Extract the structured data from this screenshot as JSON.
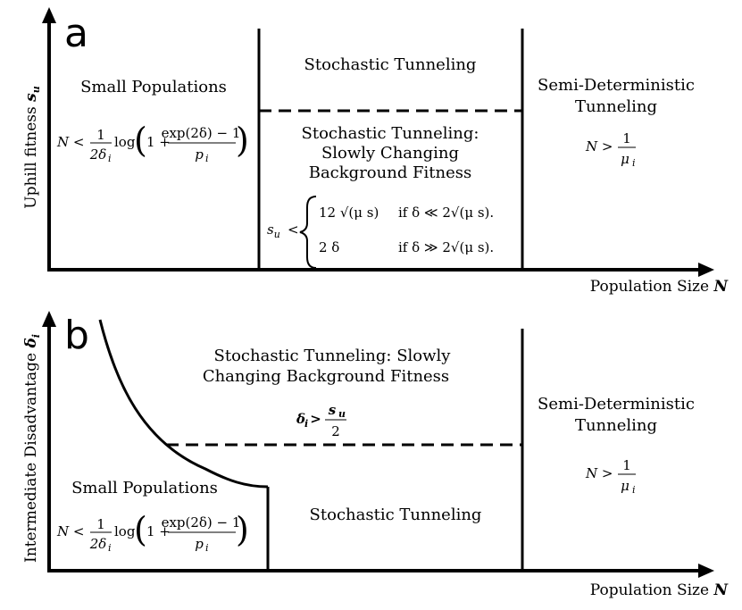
{
  "panel_a": {
    "letter": "a",
    "x_axis_label": "Population Size",
    "x_axis_symbol": "N",
    "y_axis_label": "Uphill fitness",
    "y_axis_symbol": "s",
    "y_axis_subscript": "u",
    "regions": {
      "small": "Small Populations",
      "stochastic": "Stochastic Tunneling",
      "slow_line1": "Stochastic Tunneling:",
      "slow_line2": "Slowly Changing",
      "slow_line3": "Background Fitness",
      "semi_line1": "Semi-Deterministic",
      "semi_line2": "Tunneling"
    },
    "conditions": {
      "small_lhs": "N <",
      "small_num": "1",
      "small_den": "2δ",
      "small_log": "log",
      "small_inner_num": "exp(2δ) − 1",
      "small_inner_den": "p",
      "small_one_plus": "1 +",
      "semi_lhs": "N >",
      "semi_num": "1",
      "semi_den": "μ",
      "case_lhs": "s",
      "case_lhs_sub": "u",
      "case_lt": "<",
      "case1_value": "12 √(μ s)",
      "case1_cond": "if δ ≪ 2√(μ s).",
      "case2_value": "2 δ",
      "case2_cond": "if δ ≫ 2√(μ s)."
    }
  },
  "panel_b": {
    "letter": "b",
    "x_axis_label": "Population Size",
    "x_axis_symbol": "N",
    "y_axis_label": "Intermediate Disadvantage",
    "y_axis_symbol": "δ",
    "y_axis_subscript": "i",
    "regions": {
      "slow_line1": "Stochastic Tunneling: Slowly",
      "slow_line2": "Changing Background Fitness",
      "semi_line1": "Semi-Deterministic",
      "semi_line2": "Tunneling",
      "small": "Small Populations",
      "stochastic": "Stochastic Tunneling"
    },
    "conditions": {
      "delta_lhs": "δ >",
      "delta_num": "s",
      "delta_den": "2",
      "small_lhs": "N <",
      "small_num": "1",
      "small_den": "2δ",
      "small_log": "log",
      "small_inner_num": "exp(2δ) − 1",
      "small_inner_den": "p",
      "small_one_plus": "1 +",
      "semi_lhs": "N >",
      "semi_num": "1",
      "semi_den": "μ"
    }
  }
}
